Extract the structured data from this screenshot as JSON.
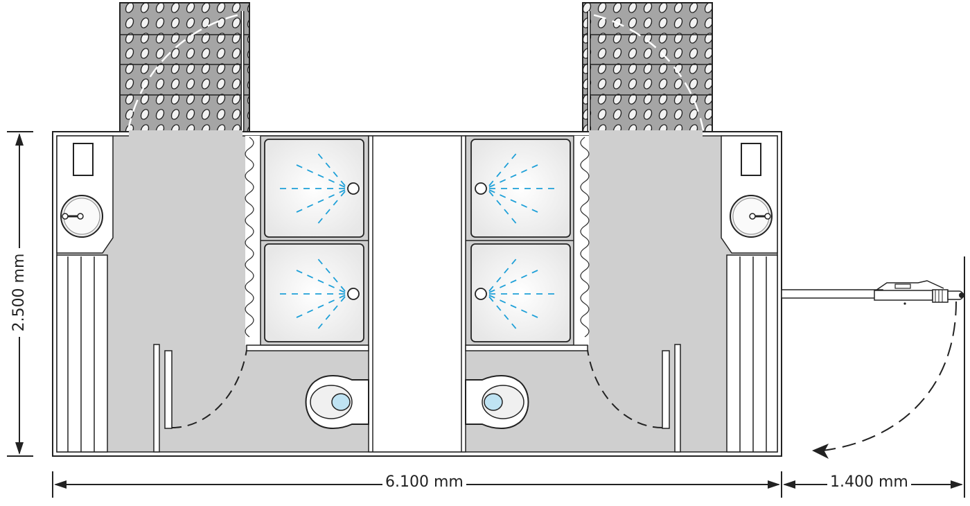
{
  "dimensions": {
    "width_label": "6.100 mm",
    "height_label": "2.500 mm",
    "drawbar_label": "1.400 mm"
  },
  "colors": {
    "floor": "#cfcfcf",
    "wall": "#1f1f1f",
    "shower_tray": "#f4f4f4",
    "water": "#1ea0d8",
    "step_pattern": "#a9a9a9"
  },
  "icons": [
    "shower-head-icon",
    "washbasin-icon",
    "toilet-icon",
    "door-swing-icon",
    "mirror-icon"
  ]
}
